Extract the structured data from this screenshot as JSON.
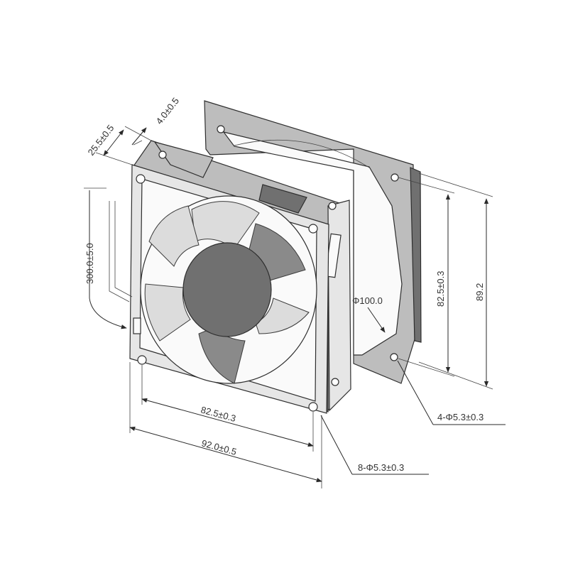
{
  "dimensions": {
    "depth": "25.5±0.5",
    "flange": "4.0±0.5",
    "cable_length": "300.0±5.0",
    "front_hole_spacing": "82.5±0.3",
    "frame_width": "92.0±0.5",
    "front_holes": "8-Φ5.3±0.3",
    "guard_diameter": "Φ100.0",
    "guard_hole_spacing": "82.5±0.3",
    "guard_height": "89.2",
    "guard_holes": "4-Φ5.3±0.3"
  },
  "colors": {
    "line": "#2a2a2a",
    "frame_dark": "#707070",
    "frame_mid": "#bdbdbd",
    "frame_light": "#e6e6e6",
    "blade": "#dcdcdc"
  }
}
